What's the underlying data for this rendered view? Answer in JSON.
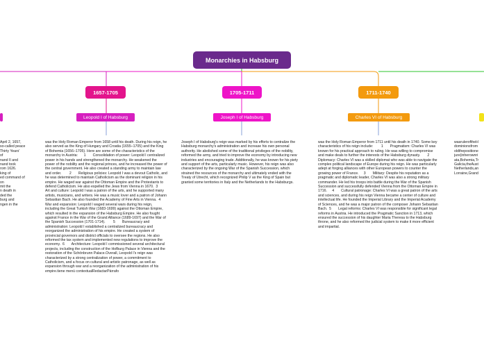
{
  "root": {
    "label": "Monarchies in Habsburg"
  },
  "branches": [
    {
      "date": "",
      "monarch": "",
      "color": "#d61fbf",
      "sub_color": "#d61fbf",
      "note": "April 2, 1657,\nso-called peace\nThirty Years'\nof\nnand II and\nnand took\nrom 1626.\nking of\ned command of\non\nmit the\nn death in\nded the\nburg and\nngen in the"
    },
    {
      "date": "1657-1705",
      "monarch": "Leopold I of Habsburg",
      "color": "#e3148c",
      "sub_color": "#d61fbf",
      "note": "was the Holy Roman Emperor from 1658 until his death. During his reign, he also served as the King of Hungary and Croatia (1655–1705) and the King of Bohemia (1656–1705). Here are some of the characteristics of the monarchy in Austria:      1       Consolidation of power: Leopold I centralized power in his hands and strengthened the monarchy. He weakened the power of the nobility and the regional princes, and he increased the power of the central government. He also created a standing army to maintain law and order.        2       Religious policies: Leopold I was a devout Catholic, and he was determined to maintain Catholicism as the dominant religion in his empire. He waged war against the Ottoman Empire and the Protestants to defend Catholicism. He also expelled the Jews from Vienna in 1670.  3       Art and culture: Leopold I was a patron of the arts, and he supported many artists, musicians, and writers. He was a music lover and a patron of Johann Sebastian Bach. He also founded the Academy of Fine Arts in Vienna.  4       War and expansion: Leopold I waged several wars during his reign, including the Great Turkish War (1683-1699) against the Ottoman Empire, which resulted in the expansion of the Habsburg Empire. He also fought against France in the War of the Grand Alliance (1689-1697) and the War of the Spanish Succession (1701-1714).        5       Bureaucracy and administration: Leopold I established a centralized bureaucracy and reorganized the administration of his empire. He created a system of provincial governors and district officials to oversee the regions. He also reformed the tax system and implemented new regulations to improve the economy.  6       Architecture: Leopold I commissioned several architectural projects, including the construction of the Hofburg Palace in Vienna and the restoration of the Schönbrunn Palace.Overall, Leopold I's reign was characterized by a strong centralization of power, a commitment to Catholicism, and a focus on cultural and artistic patronage, as well as expansion through war and a reorganization of the administration of his empire.tiene menú contextualRedactarPárrafo"
    },
    {
      "date": "1705-1711",
      "monarch": "Joseph I of Habsburg",
      "color": "#ee14c8",
      "sub_color": "#ee14c8",
      "note": "Joseph I of Habsburg's reign was marked by his efforts to centralize the Habsburg monarchy's administration and increase his own personal authority. He abolished some of the traditional privileges of the nobility, reformed the army, and tried to improve the economy by introducing new industries and encouraging trade. Additionally, he was known for his piety and support of the arts, particularly music. However, his reign was also characterized by the ongoing War of the Spanish Succession, which strained the resources of the monarchy and ultimately ended with the Treaty of Utrecht, which recognized Philip V as the King of Spain but granted some territories in Italy and the Netherlands to the Habsburgs."
    },
    {
      "date": "1711-1740",
      "monarch": "Charles VI of Habsburg",
      "color": "#f39a0e",
      "sub_color": "#f39a0e",
      "note": "was the Holy Roman Emperor from 1711 until his death in 1740. Some key characteristics of his reign include:        1       Pragmatism: Charles VI was known for his practical approach to ruling. He was willing to compromise and make deals to further the interests of the Habsburg dynasty.       2       Diplomacy: Charles VI was a skilled diplomat who was able to navigate the complex political landscape of Europe during his reign. He was particularly adept at forging alliances with other European powers to counter the growing power of France.     3       Military: Despite his reputation as a pragmatic and diplomatic leader, Charles VI was also a strong military commander. He led his troops into battle during the War of the Spanish Succession and successfully defended Vienna from the Ottoman Empire in 1716.     4       Cultural patronage: Charles VI was a great patron of the arts and sciences, and during his reign Vienna became a center of culture and intellectual life. He founded the Imperial Library and the Imperial Academy of Sciences, and he was a major patron of the composer Johann Sebastian Bach.  5       Legal reforms: Charles VI was responsible for significant legal reforms in Austria. He introduced the Pragmatic Sanction in 1713, which ensured the succession of his daughter Maria Theresa to the Habsburg throne, and he also reformed the judicial system to make it more efficient and impartial."
    },
    {
      "date": "",
      "monarch": "",
      "color": "#2ec62e",
      "sub_color": "#f2e21a",
      "note": "wasruleroftheH\ndominionsfrom\noldthepositione\njure(inherownri\nata,Bohemia,Tr\nGalicia,theAust\nNetherlands,an\nLorraine,Grand"
    }
  ]
}
